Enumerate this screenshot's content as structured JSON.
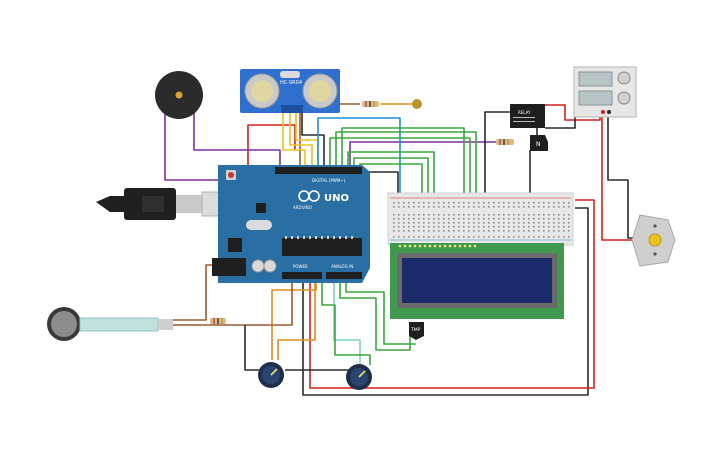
{
  "colors": {
    "arduino": "#2a6fa3",
    "arduino_dark": "#1d5682",
    "wire_red": "#d41f1f",
    "wire_black": "#2a2a2a",
    "wire_green": "#38a83a",
    "wire_purple": "#7b2f9a",
    "wire_orange": "#e08b1c",
    "wire_brown": "#9a5a2a",
    "wire_blue": "#1c8fd6",
    "wire_yellow": "#e8c31c",
    "wire_teal": "#7fd1c4",
    "lcd_pcb": "#3f9a4f",
    "lcd_screen": "#1b2a6b",
    "breadboard": "#e8e8e8",
    "sonar_pcb": "#2e6fd0"
  },
  "components": {
    "arduino": {
      "brand": "ARDUINO",
      "model": "UNO",
      "digital_label": "DIGITAL (PWM~)",
      "power_label": "POWER",
      "analog_label": "ANALOG IN",
      "icon": "arduino-infinity-logo"
    },
    "sonar": {
      "label": "HC-SR04"
    },
    "relay": {
      "label": "RELAY",
      "icon": "relay-icon"
    },
    "transistor": {
      "label": "N"
    },
    "temp_sensor": {
      "label": "TMP"
    },
    "buzzer": {
      "icon": "piezo-buzzer-icon"
    },
    "force_sensor": {
      "icon": "force-sensor-icon"
    },
    "power_supply": {
      "icon": "power-supply-icon"
    },
    "motor": {
      "icon": "dc-motor-icon"
    },
    "usb": {
      "icon": "usb-plug-icon"
    },
    "led": {
      "icon": "led-icon"
    },
    "pot1": {
      "icon": "potentiometer-icon"
    },
    "pot2": {
      "icon": "potentiometer-icon"
    }
  }
}
